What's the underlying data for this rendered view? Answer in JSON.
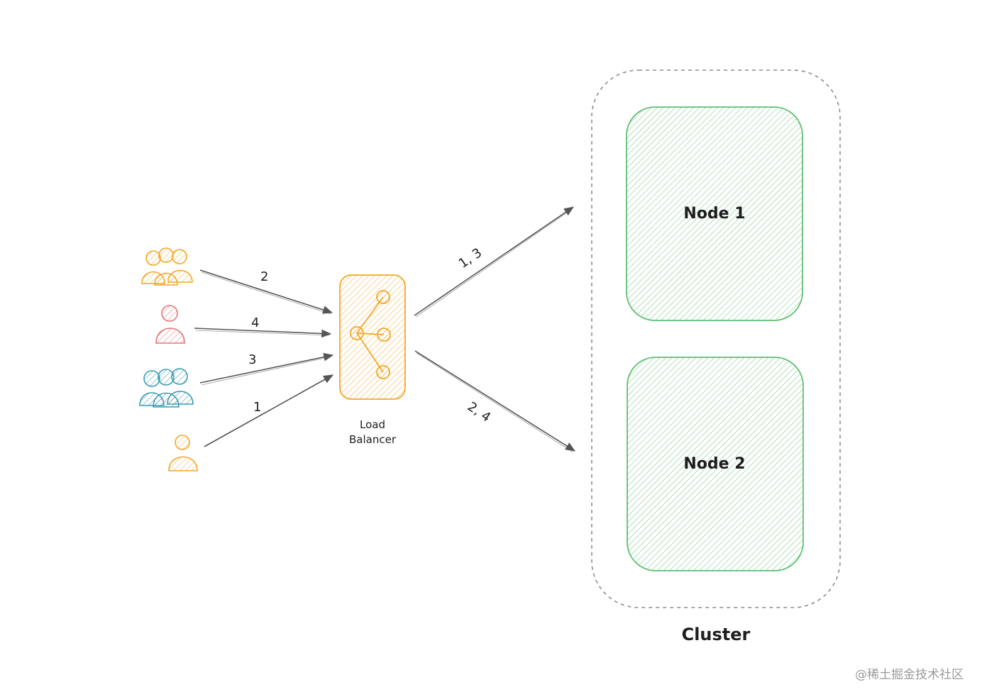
{
  "diagram": {
    "edges": {
      "e1": "1",
      "e2": "2",
      "e3": "3",
      "e4": "4",
      "to_node1": "1, 3",
      "to_node2": "2, 4"
    },
    "load_balancer": {
      "line1": "Load",
      "line2": "Balancer"
    },
    "nodes": {
      "node1": "Node 1",
      "node2": "Node 2"
    },
    "cluster": "Cluster",
    "colors": {
      "orange": "#f59f00",
      "red": "#e03131",
      "teal": "#1c7ed6",
      "green": "#2f9e44",
      "gray": "#868e96"
    }
  },
  "watermark": "@稀土掘金技术社区"
}
